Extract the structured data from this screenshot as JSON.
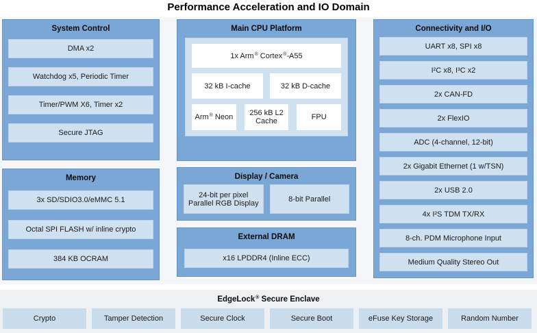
{
  "title": "Performance Acceleration and IO Domain",
  "colors": {
    "outer_box_blue": "#7ba7d7",
    "outer_box_border": "#6493c5",
    "item_light_blue": "#cfe0f1",
    "white_box": "#ffffff",
    "top_panel_bg": "#f4f6f9",
    "enclave_bg": "#eef1f4",
    "enclave_item_blue": "#c9dcec",
    "text": "#1a1a1a"
  },
  "system_control": {
    "header": "System Control",
    "items": [
      "DMA x2",
      "Watchdog x5, Periodic Timer",
      "Timer/PWM X6, Timer x2",
      "Secure JTAG"
    ]
  },
  "memory": {
    "header": "Memory",
    "items": [
      "3x SD/SDIO3.0/eMMC 5.1",
      "Octal SPI FLASH w/ inline crypto",
      "384 KB OCRAM"
    ]
  },
  "cpu": {
    "header": "Main CPU Platform",
    "cortex_parts": {
      "p0": "1x Arm",
      "p1": "®",
      "p2": " Cortex",
      "p3": "®",
      "p4": "-A55"
    },
    "icache": "32 kB I-cache",
    "dcache": "32 kB D-cache",
    "neon_parts": {
      "p0": "Arm",
      "p1": "®",
      "p2": " Neon"
    },
    "l2": "256 kB L2 Cache",
    "fpu": "FPU"
  },
  "display_camera": {
    "header": "Display / Camera",
    "items": [
      "24-bit per pixel Parallel RGB Display",
      "8-bit Parallel"
    ]
  },
  "external_dram": {
    "header": "External DRAM",
    "item": "x16 LPDDR4 (Inline ECC)"
  },
  "connectivity": {
    "header": "Connectivity and I/O",
    "items": [
      "UART x8, SPI x8",
      "I²C x8, I³C x2",
      "2x CAN-FD",
      "2x FlexIO",
      "ADC (4-channel, 12-bit)",
      "2x Gigabit Ethernet (1 w/TSN)",
      "2x USB 2.0",
      "4x I²S TDM TX/RX",
      "8-ch. PDM Microphone Input",
      "Medium Quality Stereo Out"
    ]
  },
  "edgelock": {
    "title_parts": {
      "p0": "EdgeLock",
      "p1": "®",
      "p2": " Secure Enclave"
    },
    "items": [
      "Crypto",
      "Tamper Detection",
      "Secure Clock",
      "Secure Boot",
      "eFuse Key Storage",
      "Random Number"
    ]
  }
}
